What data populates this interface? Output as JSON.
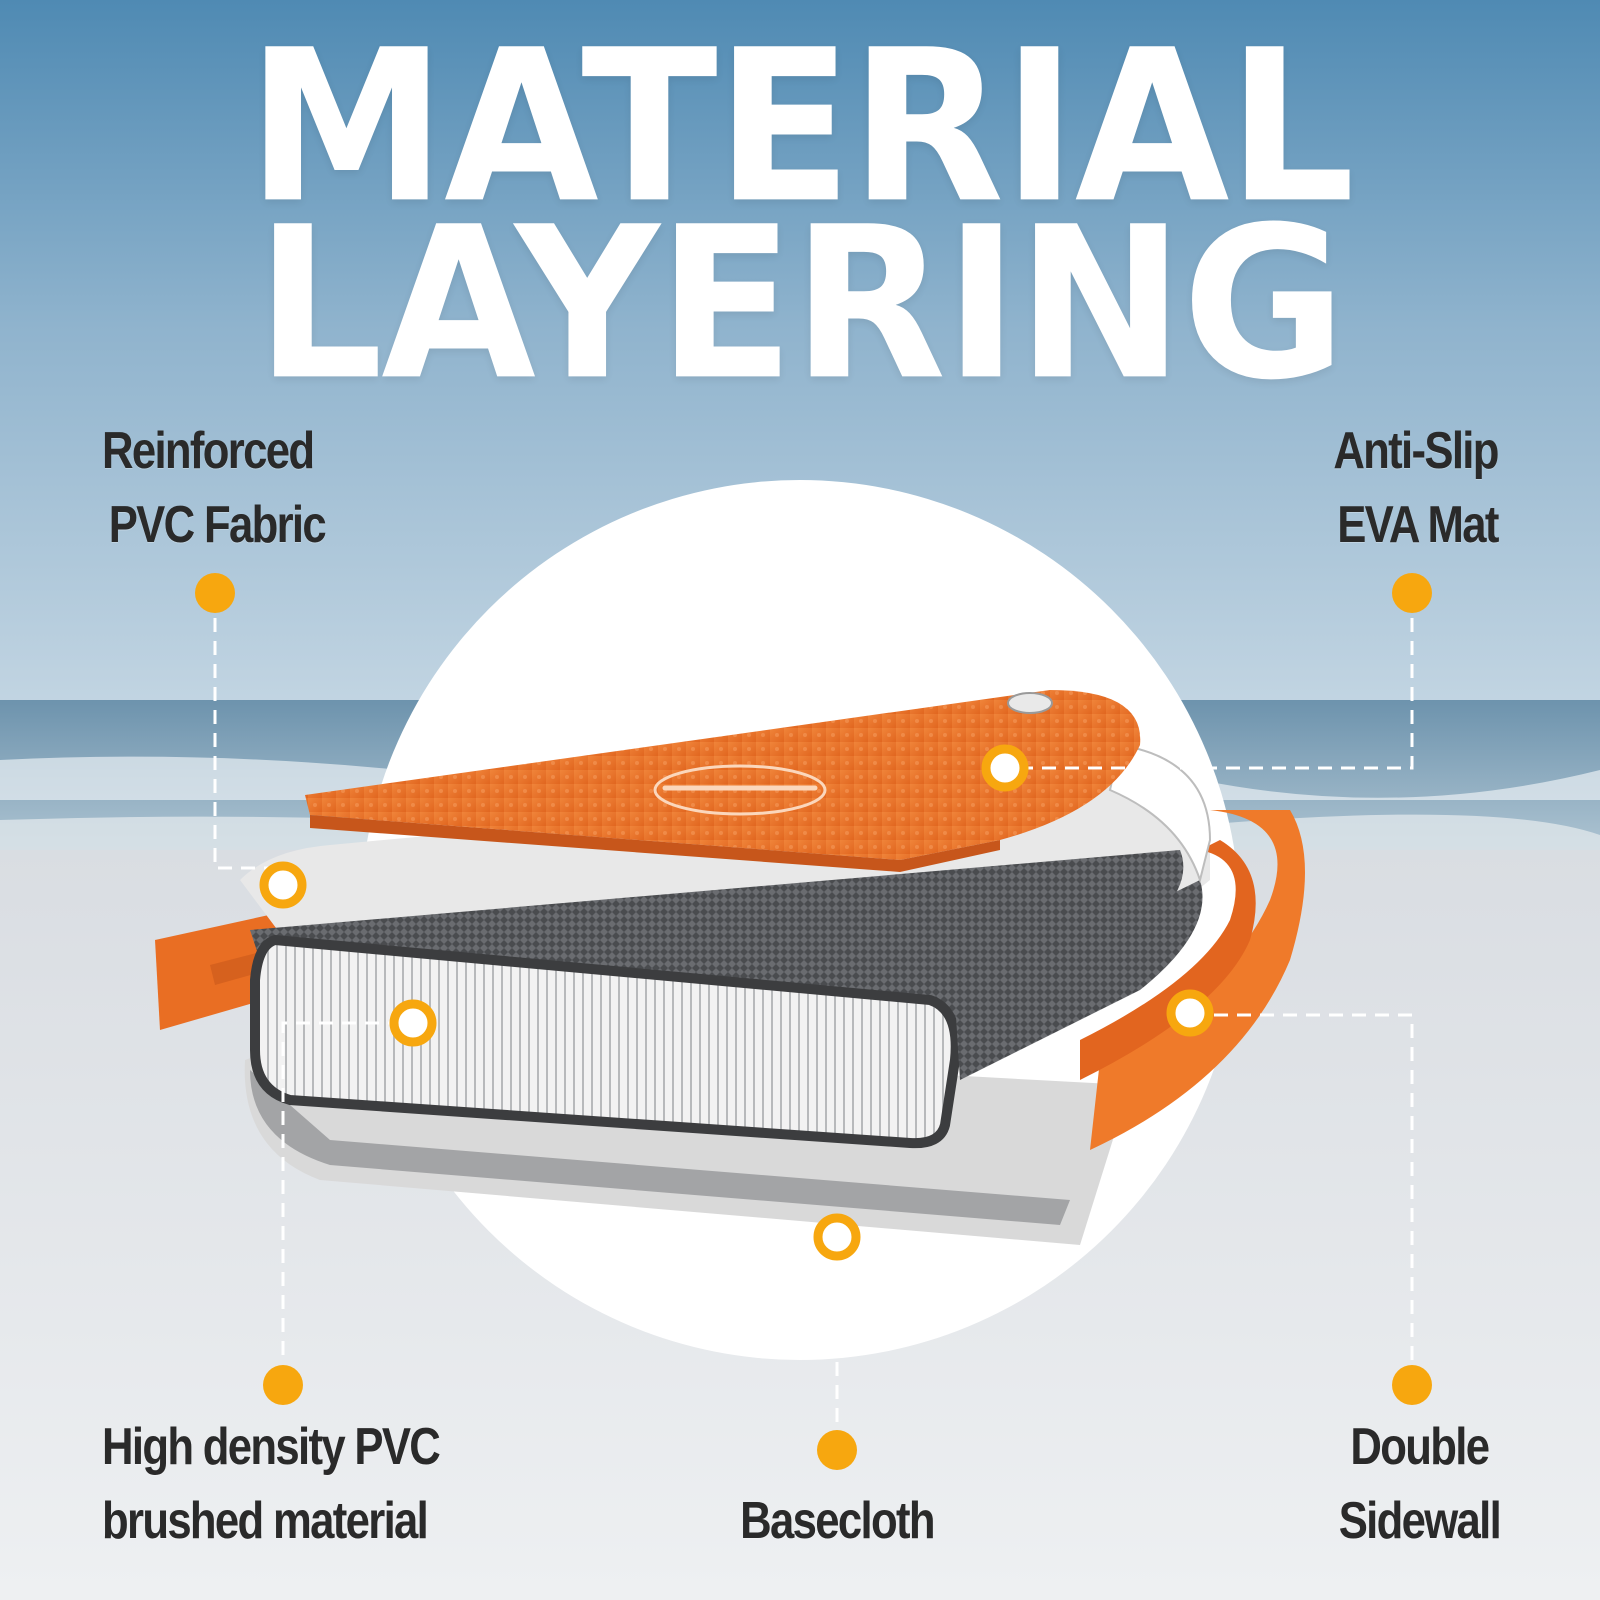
{
  "headline": {
    "line1": "MATERIAL",
    "line2": "LAYERING"
  },
  "callouts": {
    "reinforced": {
      "line1": "Reinforced",
      "line2": "PVC Fabric"
    },
    "antislip": {
      "line1": "Anti-Slip",
      "line2": "EVA Mat"
    },
    "highdensity": {
      "line1": "High density PVC",
      "line2": "brushed material"
    },
    "basecloth": {
      "line1": "Basecloth"
    },
    "sidewall": {
      "line1": "Double",
      "line2": "Sidewall"
    }
  },
  "colors": {
    "accent": "#f7a70f",
    "board_orange": "#ef7a2a",
    "sky": "#5b93b8",
    "sand": "#e9ebee",
    "text_dark": "#2a2a2a"
  }
}
